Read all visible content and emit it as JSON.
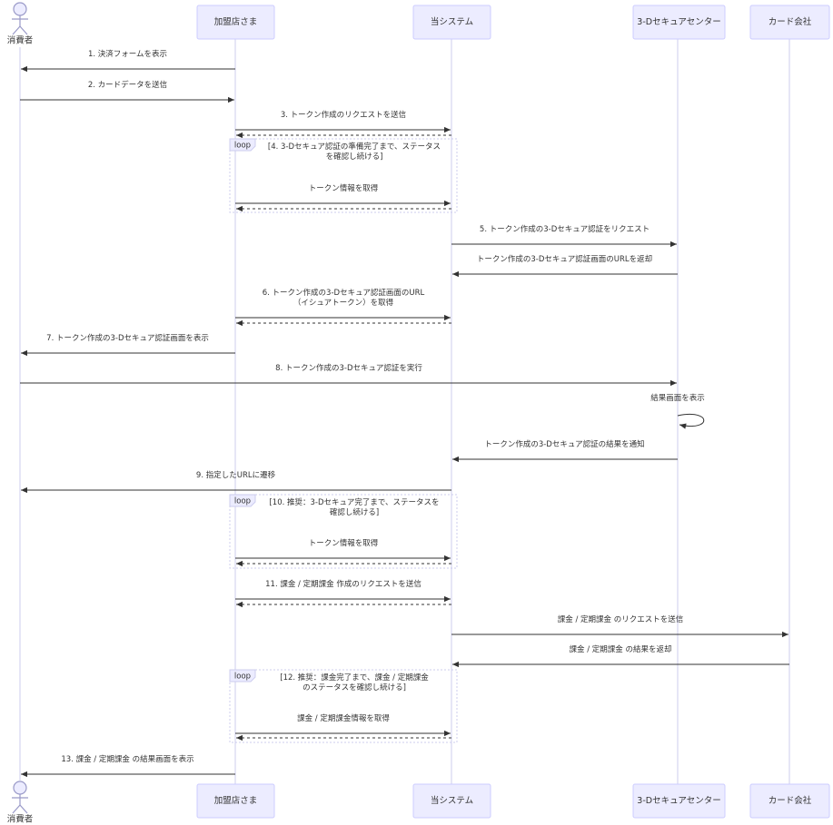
{
  "participants": [
    {
      "id": "user",
      "label": "消費者",
      "kind": "actor"
    },
    {
      "id": "shop",
      "label": "加盟店さま",
      "kind": "box"
    },
    {
      "id": "sys",
      "label": "当システム",
      "kind": "box"
    },
    {
      "id": "tds",
      "label": "3-Dセキュアセンター",
      "kind": "box"
    },
    {
      "id": "card",
      "label": "カード会社",
      "kind": "box"
    }
  ],
  "messages": [
    {
      "from": "shop",
      "to": "user",
      "style": "solid",
      "lines": [
        "1. 決済フォームを表示"
      ]
    },
    {
      "from": "user",
      "to": "shop",
      "style": "solid",
      "lines": [
        "2. カードデータを送信"
      ]
    },
    {
      "from": "shop",
      "to": "sys",
      "style": "solid",
      "lines": [
        "3. トークン作成のリクエストを送信"
      ]
    },
    {
      "from": "sys",
      "to": "shop",
      "style": "dashed",
      "lines": []
    },
    {
      "from": "shop",
      "to": "sys",
      "style": "solid",
      "lines": [
        "トークン情報を取得"
      ]
    },
    {
      "from": "sys",
      "to": "shop",
      "style": "dashed",
      "lines": []
    },
    {
      "from": "sys",
      "to": "tds",
      "style": "solid",
      "lines": [
        "5. トークン作成の3-Dセキュア認証をリクエスト"
      ]
    },
    {
      "from": "tds",
      "to": "sys",
      "style": "solid",
      "lines": [
        "トークン作成の3-Dセキュア認証画面のURLを返却"
      ]
    },
    {
      "from": "shop",
      "to": "sys",
      "style": "solid",
      "lines": [
        "6. トークン作成の3-Dセキュア認証画面のURL",
        "（イシュアトークン）を取得"
      ]
    },
    {
      "from": "sys",
      "to": "shop",
      "style": "dashed",
      "lines": []
    },
    {
      "from": "shop",
      "to": "user",
      "style": "solid",
      "lines": [
        "7. トークン作成の3-Dセキュア認証画面を表示"
      ]
    },
    {
      "from": "user",
      "to": "tds",
      "style": "solid",
      "lines": [
        "8. トークン作成の3-Dセキュア認証を実行"
      ]
    },
    {
      "from": "tds",
      "to": "tds",
      "style": "self",
      "lines": [
        "結果画面を表示"
      ]
    },
    {
      "from": "tds",
      "to": "sys",
      "style": "solid",
      "lines": [
        "トークン作成の3-Dセキュア認証の結果を通知"
      ]
    },
    {
      "from": "sys",
      "to": "user",
      "style": "solid",
      "lines": [
        "9. 指定したURLに遷移"
      ]
    },
    {
      "from": "shop",
      "to": "sys",
      "style": "solid",
      "lines": [
        "トークン情報を取得"
      ]
    },
    {
      "from": "sys",
      "to": "shop",
      "style": "dashed",
      "lines": []
    },
    {
      "from": "shop",
      "to": "sys",
      "style": "solid",
      "lines": [
        "11. 課金 / 定期課金 作成のリクエストを送信"
      ]
    },
    {
      "from": "sys",
      "to": "shop",
      "style": "dashed",
      "lines": []
    },
    {
      "from": "sys",
      "to": "card",
      "style": "solid",
      "lines": [
        "課金 / 定期課金 のリクエストを送信"
      ]
    },
    {
      "from": "card",
      "to": "sys",
      "style": "solid",
      "lines": [
        "課金 / 定期課金 の結果を返却"
      ]
    },
    {
      "from": "shop",
      "to": "sys",
      "style": "solid",
      "lines": [
        "課金 / 定期課金情報を取得"
      ]
    },
    {
      "from": "sys",
      "to": "shop",
      "style": "dashed",
      "lines": []
    },
    {
      "from": "shop",
      "to": "user",
      "style": "solid",
      "lines": [
        "13. 課金 / 定期課金 の結果画面を表示"
      ]
    }
  ],
  "loops": [
    {
      "tag": "loop",
      "lines": [
        "[4. 3-Dセキュア認証の準備完了まで、ステータス",
        "を確認し続ける]"
      ]
    },
    {
      "tag": "loop",
      "lines": [
        "[10. 推奨：3-Dセキュア完了まで、ステータスを",
        "確認し続ける]"
      ]
    },
    {
      "tag": "loop",
      "lines": [
        "[12. 推奨：課金完了まで、課金 / 定期課金",
        "のステータスを確認し続ける]"
      ]
    }
  ]
}
